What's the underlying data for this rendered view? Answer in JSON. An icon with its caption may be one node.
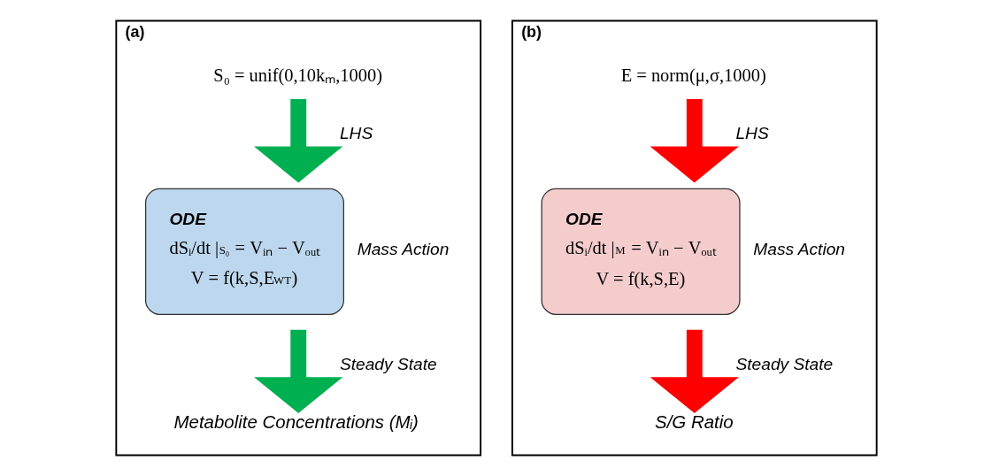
{
  "diagram": {
    "nodes": [
      {
        "text": [
          "(a)"
        ]
      },
      {
        "text": [
          "S₀ = unif(0,10kₘ,1000)"
        ],
        "in": 0
      },
      {
        "text": [
          "ODE",
          "dSᵢ/dt |$_{S₀}$ = Vᵢₙ − Vₒᵤₜ",
          "V = f(k,S,E$_{WT}$)"
        ],
        "beside": [
          "Mass Action"
        ],
        "in": 0
      },
      {
        "text": [
          "Metabolite Concentrations (Mᵢ)"
        ],
        "in": 0
      },
      {
        "text": [
          "(b)"
        ]
      },
      {
        "text": [
          "E = norm(μ,σ,1000)"
        ],
        "in": 4
      },
      {
        "text": [
          "ODE",
          "dSᵢ/dt |$_{M}$ = Vᵢₙ − Vₒᵤₜ",
          "V = f(k,S,E)"
        ],
        "beside": [
          "Mass Action"
        ],
        "in": 4
      },
      {
        "text": [
          "S/G Ratio"
        ],
        "in": 4
      }
    ],
    "edges": [
      {
        "from": 1,
        "to": 2,
        "arrow": "to",
        "label": "LHS",
        "color": "#00b050"
      },
      {
        "from": 2,
        "to": 3,
        "arrow": "to",
        "label": "Steady State",
        "color": "#00b050"
      },
      {
        "from": 5,
        "to": 6,
        "arrow": "to",
        "label": "LHS",
        "color": "#ff0000"
      },
      {
        "from": 6,
        "to": 7,
        "arrow": "to",
        "label": "Steady State",
        "color": "#ff0000"
      }
    ]
  }
}
